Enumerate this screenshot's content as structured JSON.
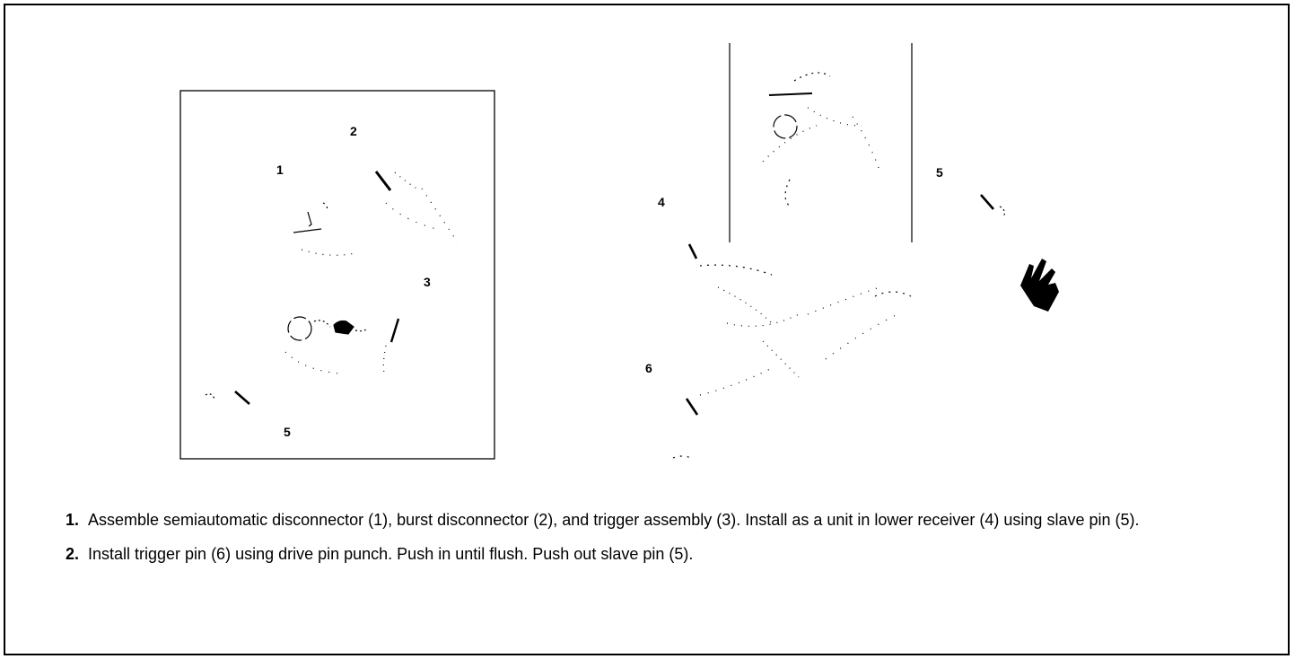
{
  "figure": {
    "callouts": {
      "left_2": "2",
      "left_1": "1",
      "left_3": "3",
      "left_5": "5",
      "right_4": "4",
      "right_5": "5",
      "right_6": "6"
    }
  },
  "steps": [
    {
      "number": "1.",
      "text": "Assemble semiautomatic disconnector (1), burst disconnector (2), and trigger assembly (3).  Install as a unit in lower receiver (4) using slave pin (5)."
    },
    {
      "number": "2.",
      "text": "Install trigger pin (6) using drive pin punch.  Push in until flush.  Push out slave pin (5)."
    }
  ]
}
